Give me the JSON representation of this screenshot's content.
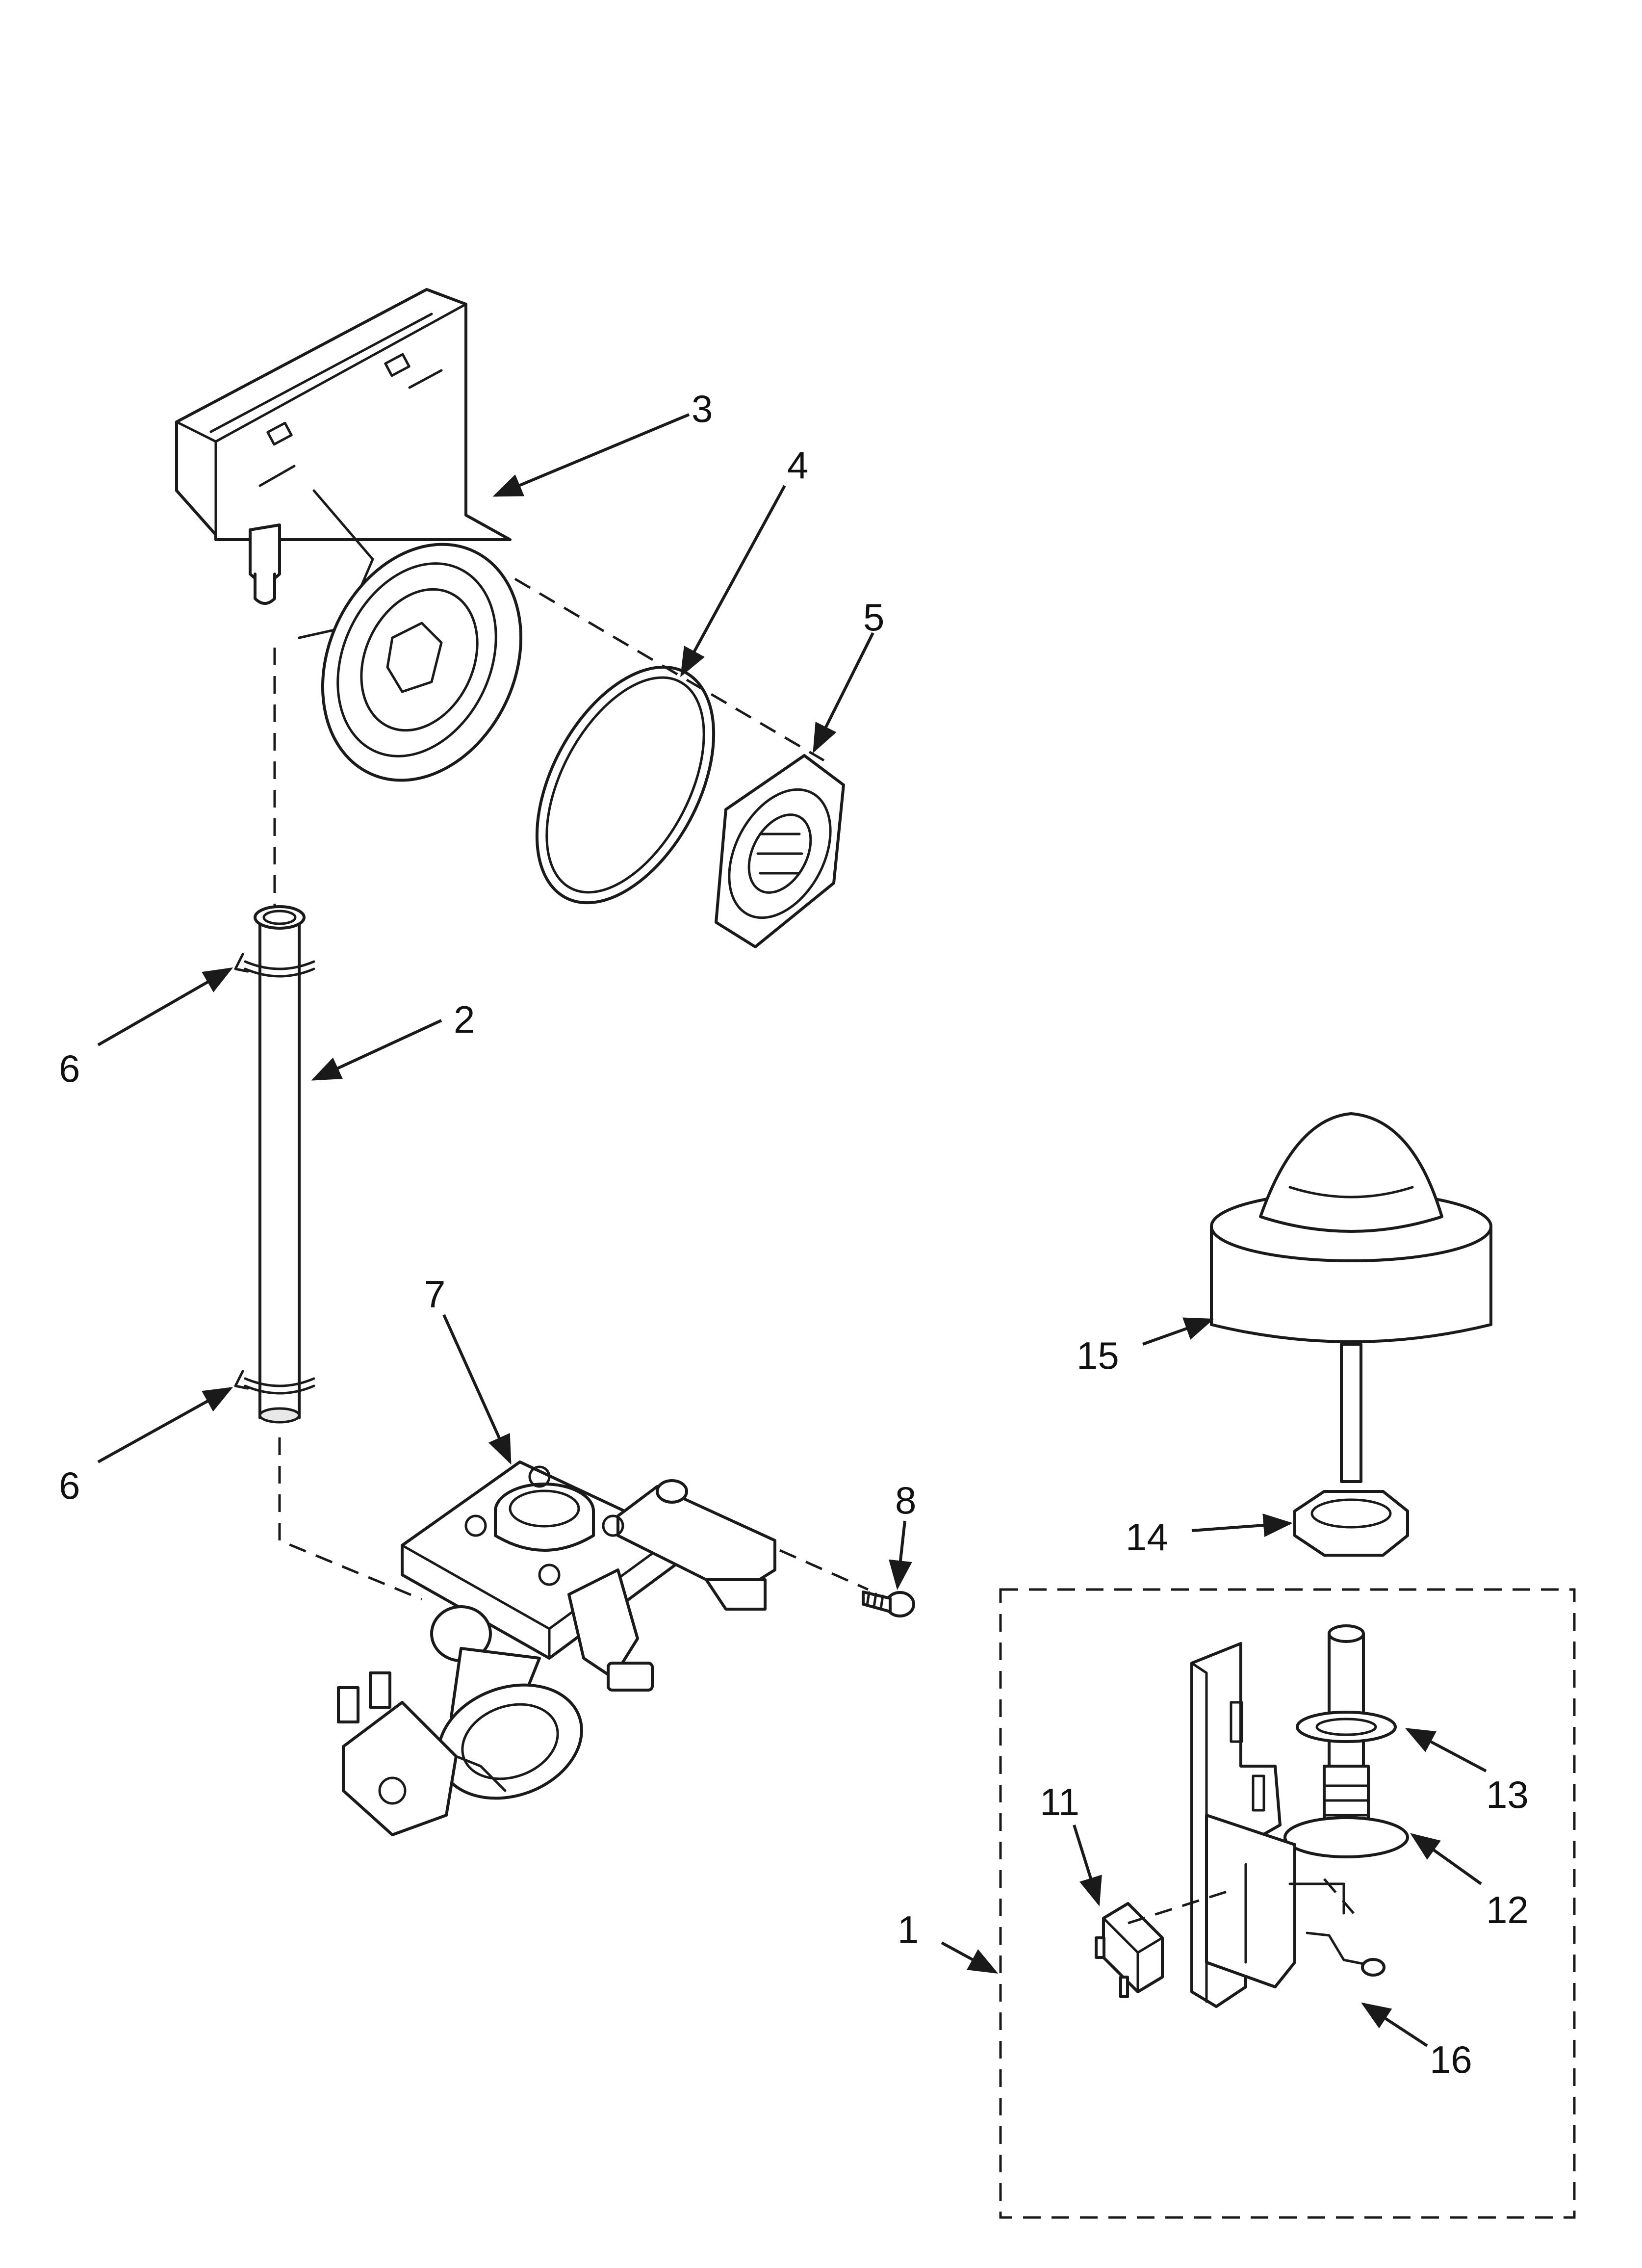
{
  "diagram": {
    "callouts": [
      {
        "id": "c3",
        "label": "3"
      },
      {
        "id": "c4",
        "label": "4"
      },
      {
        "id": "c5",
        "label": "5"
      },
      {
        "id": "c6a",
        "label": "6"
      },
      {
        "id": "c2",
        "label": "2"
      },
      {
        "id": "c6b",
        "label": "6"
      },
      {
        "id": "c7",
        "label": "7"
      },
      {
        "id": "c8",
        "label": "8"
      },
      {
        "id": "c15",
        "label": "15"
      },
      {
        "id": "c14",
        "label": "14"
      },
      {
        "id": "c13",
        "label": "13"
      },
      {
        "id": "c11",
        "label": "11"
      },
      {
        "id": "c12",
        "label": "12"
      },
      {
        "id": "c1",
        "label": "1"
      },
      {
        "id": "c16",
        "label": "16"
      }
    ]
  }
}
